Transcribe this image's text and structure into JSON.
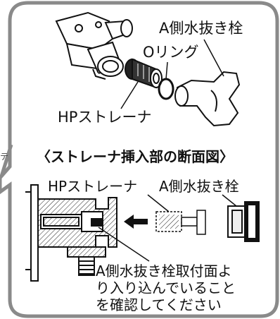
{
  "labels": {
    "drain_plug_top": "A側水抜き栓",
    "o_ring": "Oリング",
    "hp_strainer_top": "HPストレーナ",
    "section_title": "〈ストレーナ挿入部の断面図〉",
    "hp_strainer_mid": "HPストレーナ",
    "drain_plug_mid": "A側水抜き栓",
    "edge_fragment": "テ"
  },
  "note_lines": [
    "A側水抜き栓取付面よ",
    "り入り込んでいること",
    "を確認してください"
  ],
  "colors": {
    "frame": "#8a8a8a",
    "ink": "#111111",
    "background": "#ffffff"
  }
}
